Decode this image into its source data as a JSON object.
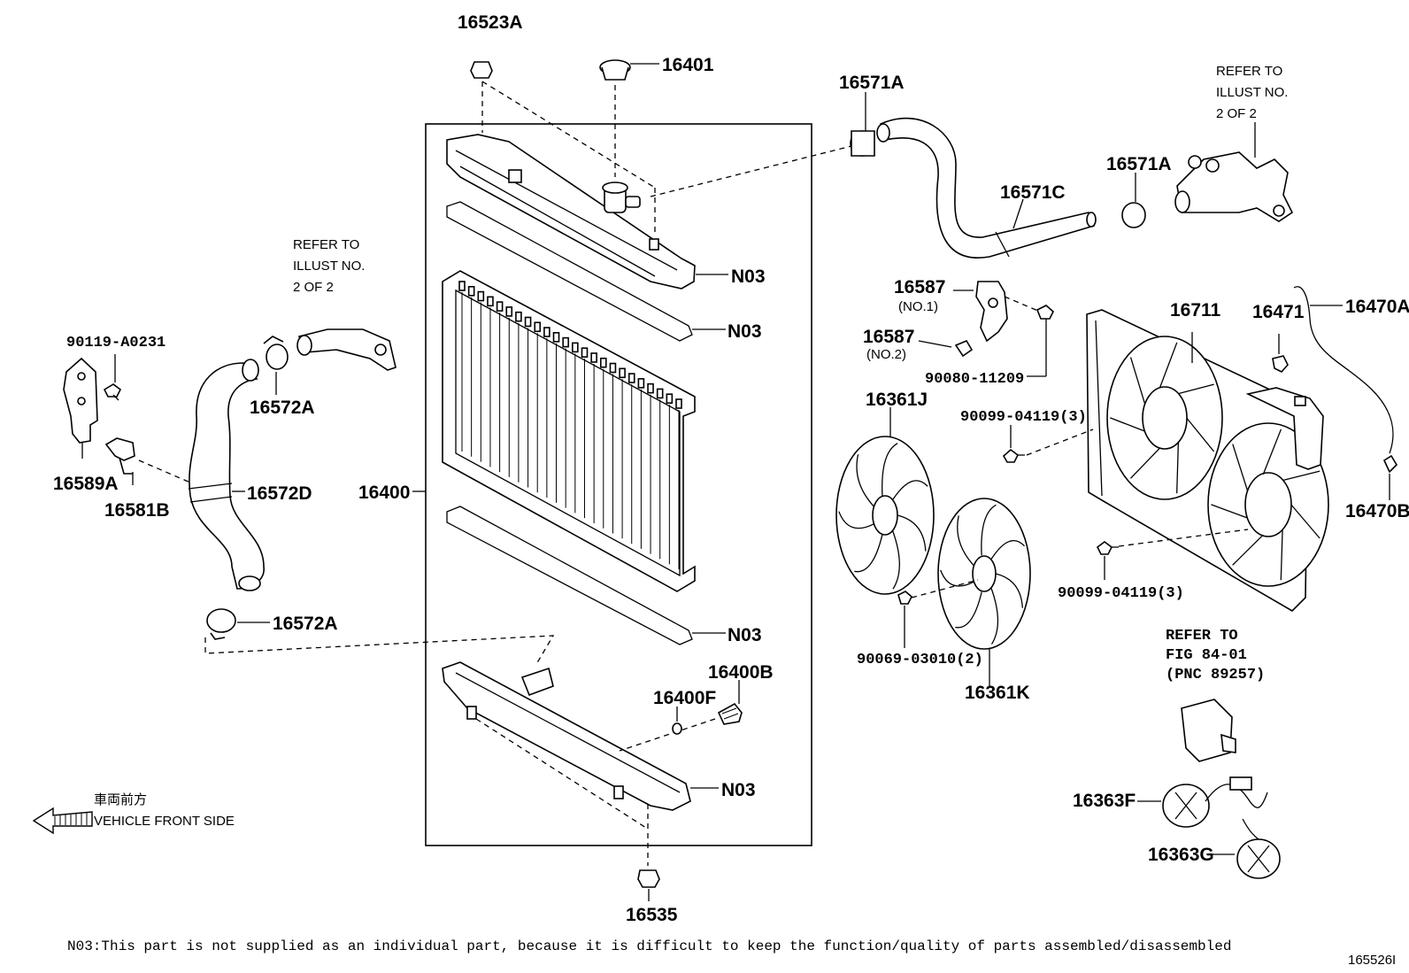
{
  "diagram_id": "165526I",
  "footnote": "N03:This part is not supplied as an individual part, because it is difficult to keep the function/quality of parts assembled/disassembled",
  "direction": {
    "japanese": "車両前方",
    "english": "VEHICLE FRONT SIDE"
  },
  "refer_notes": {
    "illust_left": [
      "REFER TO",
      "ILLUST NO.",
      "2 OF 2"
    ],
    "illust_right": [
      "REFER TO",
      "ILLUST NO.",
      "2 OF 2"
    ],
    "fig": [
      "REFER TO",
      "FIG 84-01",
      "(PNC 89257)"
    ]
  },
  "labels": {
    "p16523A": "16523A",
    "p16401": "16401",
    "p16571A_top": "16571A",
    "p16571A_right": "16571A",
    "p16571C": "16571C",
    "p90119": "90119-A0231",
    "p16589A": "16589A",
    "p16581B": "16581B",
    "p16572A_top": "16572A",
    "p16572D": "16572D",
    "p16572A_bottom": "16572A",
    "p16400": "16400",
    "n03_1": "N03",
    "n03_2": "N03",
    "n03_3": "N03",
    "n03_4": "N03",
    "p16400B": "16400B",
    "p16400F": "16400F",
    "p16535": "16535",
    "p16587_1": "16587",
    "p16587_1_sub": "(NO.1)",
    "p16587_2": "16587",
    "p16587_2_sub": "(NO.2)",
    "p90080": "90080-11209",
    "p16361J": "16361J",
    "p16361K": "16361K",
    "p90099_top": "90099-04119(3)",
    "p90099_bottom": "90099-04119(3)",
    "p90069": "90069-03010(2)",
    "p16711": "16711",
    "p16471": "16471",
    "p16470A": "16470A",
    "p16470B": "16470B",
    "p16363F": "16363F",
    "p16363G": "16363G"
  }
}
